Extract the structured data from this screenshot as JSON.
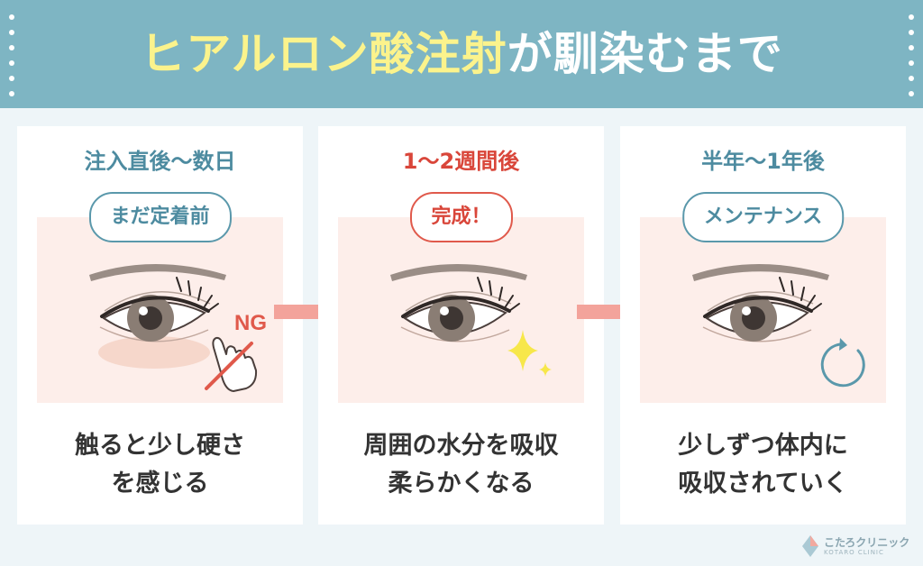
{
  "title": {
    "highlight": "ヒアルロン酸注射",
    "rest": "が馴染むまで"
  },
  "stages": [
    {
      "title": "注入直後〜数日",
      "title_color": "#4d8ba0",
      "badge": "まだ定着前",
      "line1": "触ると少し硬さ",
      "line2": "を感じる",
      "mark": "NG"
    },
    {
      "title": "1〜2週間後",
      "title_color": "#d9463a",
      "badge": "完成！",
      "line1": "周囲の水分を吸収",
      "line2": "柔らかくなる"
    },
    {
      "title": "半年〜1年後",
      "title_color": "#4d8ba0",
      "badge": "メンテナンス",
      "line1": "少しずつ体内に",
      "line2": "吸収されていく"
    }
  ],
  "icons": [
    "no-touch-icon",
    "sparkle-icon",
    "refresh-icon",
    "arrow-right-icon"
  ],
  "colors": {
    "header": "#7eb5c3",
    "accent_yellow": "#fbf38c",
    "accent_red": "#e0594b",
    "teal": "#5a98ab",
    "arrow": "#f3a39b",
    "illustration_bg": "#fdeeea"
  },
  "logo": {
    "name": "こたろクリニック",
    "sub": "KOTARO CLINIC"
  }
}
